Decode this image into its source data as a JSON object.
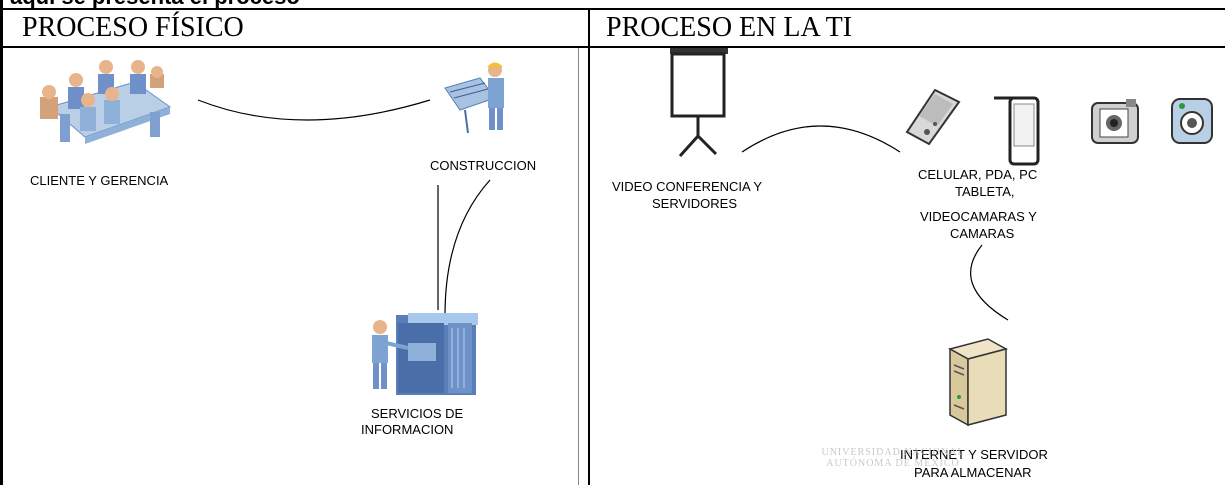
{
  "top_strip_text": "aquí se presenta el proceso",
  "headers": {
    "left": "PROCESO FÍSICO",
    "right": "PROCESO EN LA TI"
  },
  "labels": {
    "client": "CLIENTE Y GERENCIA",
    "construction": "CONSTRUCCION",
    "info_services_1": "SERVICIOS DE",
    "info_services_2": "INFORMACION",
    "video_conf_1": "VIDEO CONFERENCIA Y",
    "video_conf_2": "SERVIDORES",
    "devices_1": "CELULAR, PDA, PC",
    "devices_2": "TABLETA,",
    "devices_3": "VIDEOCAMARAS Y",
    "devices_4": "CAMARAS",
    "internet_1": "INTERNET Y SERVIDOR",
    "internet_2": "PARA ALMACENAR"
  },
  "watermark": "UNIVERSIDAD NACIONAL AUTÓNOMA DE MÉXICO",
  "icons": [
    "meeting-icon",
    "architect-icon",
    "server-cabinet-icon",
    "projector-screen-icon",
    "cellphone-icon",
    "pda-icon",
    "videocamera-icon",
    "camera-icon",
    "server-tower-icon"
  ],
  "colors": {
    "line": "#000000",
    "accent_blue": "#6f90c8",
    "skin": "#e8b48c",
    "beige": "#e9dcb8"
  }
}
